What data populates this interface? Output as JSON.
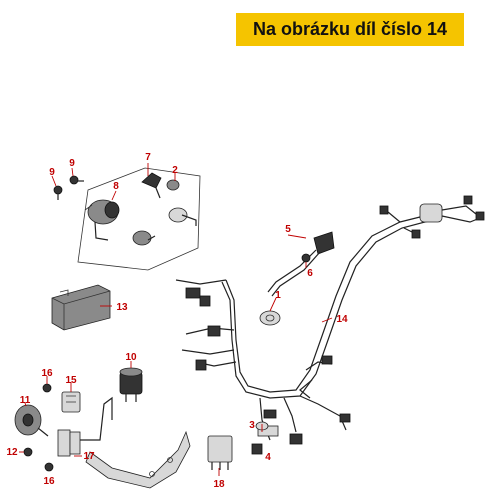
{
  "banner": {
    "text": "Na obrázku díl číslo 14"
  },
  "callouts": {
    "c1": "1",
    "c2": "2",
    "c3": "3",
    "c4": "4",
    "c5": "5",
    "c6": "6",
    "c7": "7",
    "c8": "8",
    "c9a": "9",
    "c9b": "9",
    "c10": "10",
    "c11": "11",
    "c12": "12",
    "c13": "13",
    "c14": "14",
    "c15": "15",
    "c16a": "16",
    "c16b": "16",
    "c17": "17",
    "c18": "18"
  },
  "colors": {
    "banner": "#f5c400",
    "callout": "#c00000"
  }
}
